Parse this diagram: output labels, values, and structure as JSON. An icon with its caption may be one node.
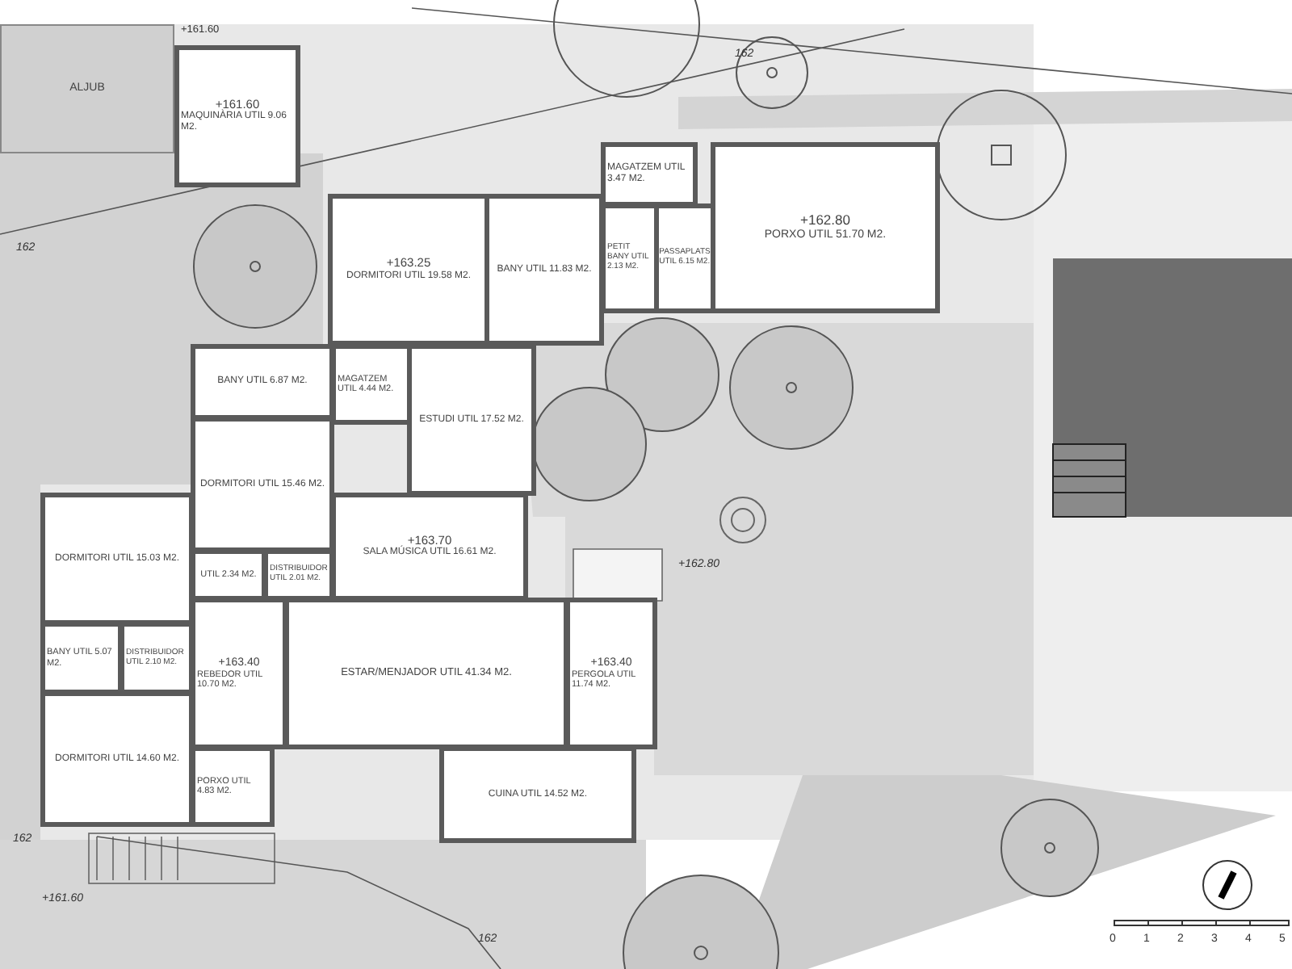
{
  "diagram": {
    "nodes": [
      {
        "text": [
          "+161.60",
          "MAQUINÀRIA UTIL 9.06 M2."
        ],
        "beside": [
          "+161.60"
        ]
      },
      {
        "text": [
          "ALJUB"
        ]
      },
      {
        "text": [
          "+163.25",
          "DORMITORI UTIL 19.58 M2."
        ]
      },
      {
        "text": [
          "BANY UTIL 11.83 M2."
        ]
      },
      {
        "text": [
          "MAGATZEM UTIL 3.47 M2."
        ]
      },
      {
        "text": [
          "PETIT BANY UTIL 2.13 M2."
        ]
      },
      {
        "text": [
          "PASSAPLATS UTIL 6.15 M2."
        ]
      },
      {
        "text": [
          "+162.80",
          "PORXO UTIL 51.70 M2."
        ]
      },
      {
        "text": [
          "BANY UTIL 6.87 M2."
        ]
      },
      {
        "text": [
          "MAGATZEM UTIL 4.44 M2."
        ]
      },
      {
        "text": [
          "DORMITORI UTIL 15.46 M2."
        ]
      },
      {
        "text": [
          "ESTUDI UTIL 17.52 M2."
        ]
      },
      {
        "text": [
          "+163.70",
          "SALA MÚSICA UTIL 16.61 M2."
        ]
      },
      {
        "text": [
          "DORMITORI UTIL 15.03 M2."
        ]
      },
      {
        "text": [
          "UTIL 2.34 M2."
        ]
      },
      {
        "text": [
          "DISTRIBUIDOR UTIL 2.01 M2."
        ]
      },
      {
        "text": [
          "DISTRIBUIDOR UTIL 2.10 M2."
        ]
      },
      {
        "text": [
          "BANY UTIL 5.07 M2."
        ]
      },
      {
        "text": [
          "DORMITORI UTIL 14.60 M2."
        ]
      },
      {
        "text": [
          "ESTAR/MENJADOR UTIL 41.34 M2."
        ]
      },
      {
        "text": [
          "+163.40",
          "REBEDOR UTIL 10.70 M2."
        ]
      },
      {
        "text": [
          "PORXO UTIL 4.83 M2."
        ]
      },
      {
        "text": [
          "CUINA UTIL 14.52 M2."
        ]
      },
      {
        "text": [
          "+163.40",
          "PERGOLA UTIL 11.74 M2."
        ]
      }
    ],
    "labels": [
      "162",
      "162",
      "+162.80",
      "162",
      "+161.60",
      "162",
      "0",
      "1",
      "2",
      "3",
      "4",
      "5"
    ]
  }
}
